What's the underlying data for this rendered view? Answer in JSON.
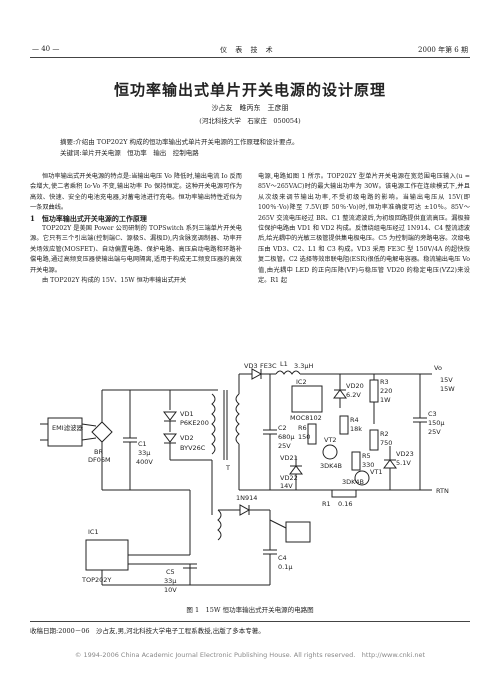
{
  "header": {
    "page_number": "— 40 —",
    "journal": "仪 表 技 术",
    "issue": "2000 年第 6 期"
  },
  "title": "恒功率输出式单片开关电源的设计原理",
  "authors": "沙占友　睢丙东　王彦朋",
  "affiliation": "(河北科技大学　石家庄　050054)",
  "abstract": "摘要:介绍由 TOP202Y 构成的恒功率输出式单片开关电源的工作原理和设计要点。",
  "keywords": "关键词:单片开关电源　恒功率　输出　控制电路",
  "left_col": {
    "p1": "恒功率输出式开关电源的特点是:当输出电压 Vo 降低时,输出电流 Io 反而会增大,使二者乘积 Io·Vo 不变,输出功率 Po 保持恒定。这种开关电源可作为高效、快速、安全的电池充电器,对蓄电池进行充电。恒功率输出特性近似为一条双曲线。",
    "s1": "1　恒功率输出式开关电源的工作原理",
    "p2": "TOP202Y 是美国 Power 公司研制的 TOPSwitch 系列三端单片开关电源。它只有三个引出端(控制端C、源极S、漏极D),内含脉宽调制器、功率开关场效应管(MOSFET)、自动偏置电路、保护电路、高压启动电路和环路补偿电路,通过高频变压器使输出端与电网隔离,适用于构成无工频变压器的高效开关电源。",
    "p3": "由 TOP202Y 构成的 15V、15W 恒功率输出式开关"
  },
  "right_col": {
    "p1": "电源,电路如图 1 所示。TOP202Y 型单片开关电源在宽范围电压输入(u = 85V～265VAC)时的最大输出功率为 30W。该电源工作在连续模式下,并且从次级来调节输出功率,不受初级电路的影响。当输出电压从 15V(即 100％·Vo)降至 7.5V(即 50％·Vo)时,恒功率准确度可达 ±10％。85V～265V 交流电压经过 BR、C1 整流滤波后,为初级回路提供直流高压。漏极箝位保护电路由 VD1 和 VD2 构成。反馈绕组电压经过 1N914、C4 整流滤波后,给光耦中的光敏三极管提供集电极电压。C5 为控制端的旁路电容。次级电压由 VD3、C2、L1 和 C3 构成。VD3 采用 FE3C 型 150V/4A 的超快恢复二极管。C2 选择等效串联电阻(ESR)很低的电解电容器。稳流输出电压 Vo 值,由光耦中 LED 的正向压降(VF)与稳压管 VD20 的稳定电压(VZ2)来设定。R1 起"
  },
  "figure": {
    "caption": "图 1　15W 恒功率输出式开关电源的电路图",
    "labels": {
      "emi": "EMI滤波器",
      "br": "BR",
      "df06m": "DF06M",
      "c1": "C1",
      "c1v": "33μ",
      "c1u": "400V",
      "vd3": "VD3",
      "fe3c": "FE3C",
      "l1": "L1",
      "l1v": "3.3μH",
      "c2": "C2",
      "c2v": "680μ",
      "c2u": "25V",
      "vd1": "VD1",
      "p6ke": "P6KE200",
      "vd2": "VD2",
      "byv": "BYV26C",
      "t": "T",
      "ic2": "IC2",
      "moc": "MOC8102",
      "vd20": "VD20",
      "vd20v": "6.2V",
      "r3": "R3",
      "r3v": "220",
      "r3u": "1W",
      "r2": "R2",
      "r2v": "750",
      "r4": "R4",
      "r4v": "18k",
      "vt2": "VT2",
      "vt2m": "3DK4B",
      "r6": "R6",
      "r6v": "150",
      "vd21": "VD21",
      "r5": "R5",
      "r5v": "330",
      "vt1": "VT1",
      "vt1m": "3DK4B",
      "vd22": "VD22",
      "vd22v": "14V",
      "r1": "R1",
      "r1v": "0.16",
      "vd23": "VD23",
      "vd23v": "5.1V",
      "rtn": "RTN",
      "vo": "Vo",
      "out1": "15V",
      "out2": "15W",
      "c3": "C3",
      "c3v": "150μ",
      "c3u": "25V",
      "ic1": "IC1",
      "top": "TOP202Y",
      "in914": "1N914",
      "c5": "C5",
      "c5v": "33μ",
      "c5u": "10V",
      "c4": "C4",
      "c4v": "0.1μ"
    }
  },
  "received": "收稿日期:2000－06　沙占友,男,河北科技大学电子工程系教授,出版了多本专著。",
  "footer": "© 1994-2006 China Academic Journal Electronic Publishing House. All rights reserved.　http://www.cnki.net"
}
